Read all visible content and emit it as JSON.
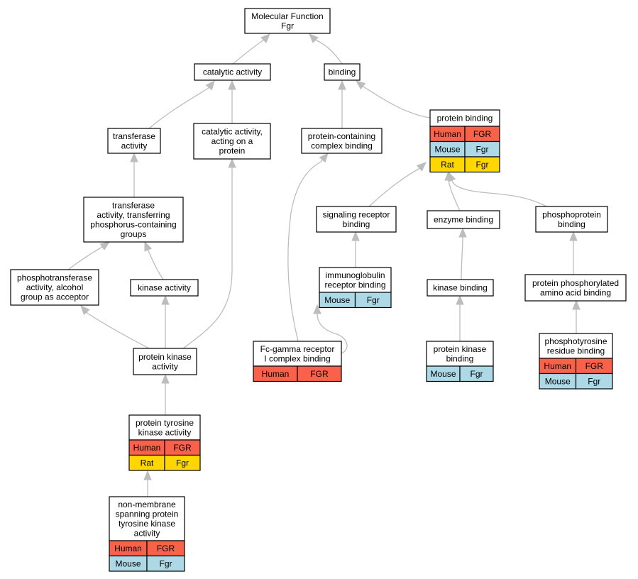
{
  "colors": {
    "Human": "#fa614a",
    "Mouse": "#add8e6",
    "Rat": "#ffd700",
    "edge": "#bdbdbd"
  },
  "nodes": {
    "molecular_function": {
      "lines": [
        "Molecular Function",
        "Fgr"
      ]
    },
    "catalytic_activity": {
      "lines": [
        "catalytic activity"
      ]
    },
    "binding": {
      "lines": [
        "binding"
      ]
    },
    "transferase_activity": {
      "lines": [
        "transferase",
        "activity"
      ]
    },
    "catalytic_on_protein": {
      "lines": [
        "catalytic activity,",
        "acting on a",
        "protein"
      ]
    },
    "protein_containing_complex_binding": {
      "lines": [
        "protein-containing",
        "complex binding"
      ]
    },
    "protein_binding": {
      "lines": [
        "protein binding"
      ],
      "rows": [
        [
          "Human",
          "FGR"
        ],
        [
          "Mouse",
          "Fgr"
        ],
        [
          "Rat",
          "Fgr"
        ]
      ]
    },
    "transferase_phosphorus": {
      "lines": [
        "transferase",
        "activity, transferring",
        "phosphorus-containing",
        "groups"
      ]
    },
    "signaling_receptor_binding": {
      "lines": [
        "signaling receptor",
        "binding"
      ]
    },
    "enzyme_binding": {
      "lines": [
        "enzyme binding"
      ]
    },
    "phosphoprotein_binding": {
      "lines": [
        "phosphoprotein",
        "binding"
      ]
    },
    "phosphotransferase_alcohol": {
      "lines": [
        "phosphotransferase",
        "activity, alcohol",
        "group as acceptor"
      ]
    },
    "kinase_activity": {
      "lines": [
        "kinase activity"
      ]
    },
    "immunoglobulin_receptor_binding": {
      "lines": [
        "immunoglobulin",
        "receptor binding"
      ],
      "rows": [
        [
          "Mouse",
          "Fgr"
        ]
      ]
    },
    "kinase_binding": {
      "lines": [
        "kinase binding"
      ]
    },
    "protein_phosphorylated_aa_binding": {
      "lines": [
        "protein phosphorylated",
        "amino acid binding"
      ]
    },
    "protein_kinase_activity": {
      "lines": [
        "protein kinase",
        "activity"
      ]
    },
    "fc_gamma_receptor_binding": {
      "lines": [
        "Fc-gamma receptor",
        "I complex binding"
      ],
      "rows": [
        [
          "Human",
          "FGR"
        ]
      ]
    },
    "protein_kinase_binding": {
      "lines": [
        "protein kinase",
        "binding"
      ],
      "rows": [
        [
          "Mouse",
          "Fgr"
        ]
      ]
    },
    "phosphotyrosine_residue_binding": {
      "lines": [
        "phosphotyrosine",
        "residue binding"
      ],
      "rows": [
        [
          "Human",
          "FGR"
        ],
        [
          "Mouse",
          "Fgr"
        ]
      ]
    },
    "protein_tyrosine_kinase_activity": {
      "lines": [
        "protein tyrosine",
        "kinase activity"
      ],
      "rows": [
        [
          "Human",
          "FGR"
        ],
        [
          "Rat",
          "Fgr"
        ]
      ]
    },
    "non_membrane_ptk_activity": {
      "lines": [
        "non-membrane",
        "spanning protein",
        "tyrosine kinase",
        "activity"
      ],
      "rows": [
        [
          "Human",
          "FGR"
        ],
        [
          "Mouse",
          "Fgr"
        ]
      ]
    }
  },
  "edges": [
    [
      "catalytic_activity",
      "molecular_function"
    ],
    [
      "binding",
      "molecular_function"
    ],
    [
      "transferase_activity",
      "catalytic_activity"
    ],
    [
      "catalytic_on_protein",
      "catalytic_activity"
    ],
    [
      "protein_containing_complex_binding",
      "binding"
    ],
    [
      "protein_binding",
      "binding"
    ],
    [
      "transferase_phosphorus",
      "transferase_activity"
    ],
    [
      "phosphotransferase_alcohol",
      "transferase_phosphorus"
    ],
    [
      "kinase_activity",
      "transferase_phosphorus"
    ],
    [
      "protein_kinase_activity",
      "phosphotransferase_alcohol"
    ],
    [
      "protein_kinase_activity",
      "kinase_activity"
    ],
    [
      "protein_kinase_activity",
      "catalytic_on_protein"
    ],
    [
      "protein_tyrosine_kinase_activity",
      "protein_kinase_activity"
    ],
    [
      "non_membrane_ptk_activity",
      "protein_tyrosine_kinase_activity"
    ],
    [
      "signaling_receptor_binding",
      "protein_binding"
    ],
    [
      "enzyme_binding",
      "protein_binding"
    ],
    [
      "phosphoprotein_binding",
      "protein_binding"
    ],
    [
      "immunoglobulin_receptor_binding",
      "signaling_receptor_binding"
    ],
    [
      "fc_gamma_receptor_binding",
      "protein_containing_complex_binding"
    ],
    [
      "fc_gamma_receptor_binding",
      "immunoglobulin_receptor_binding"
    ],
    [
      "kinase_binding",
      "enzyme_binding"
    ],
    [
      "protein_kinase_binding",
      "kinase_binding"
    ],
    [
      "protein_phosphorylated_aa_binding",
      "phosphoprotein_binding"
    ],
    [
      "phosphotyrosine_residue_binding",
      "protein_phosphorylated_aa_binding"
    ]
  ]
}
